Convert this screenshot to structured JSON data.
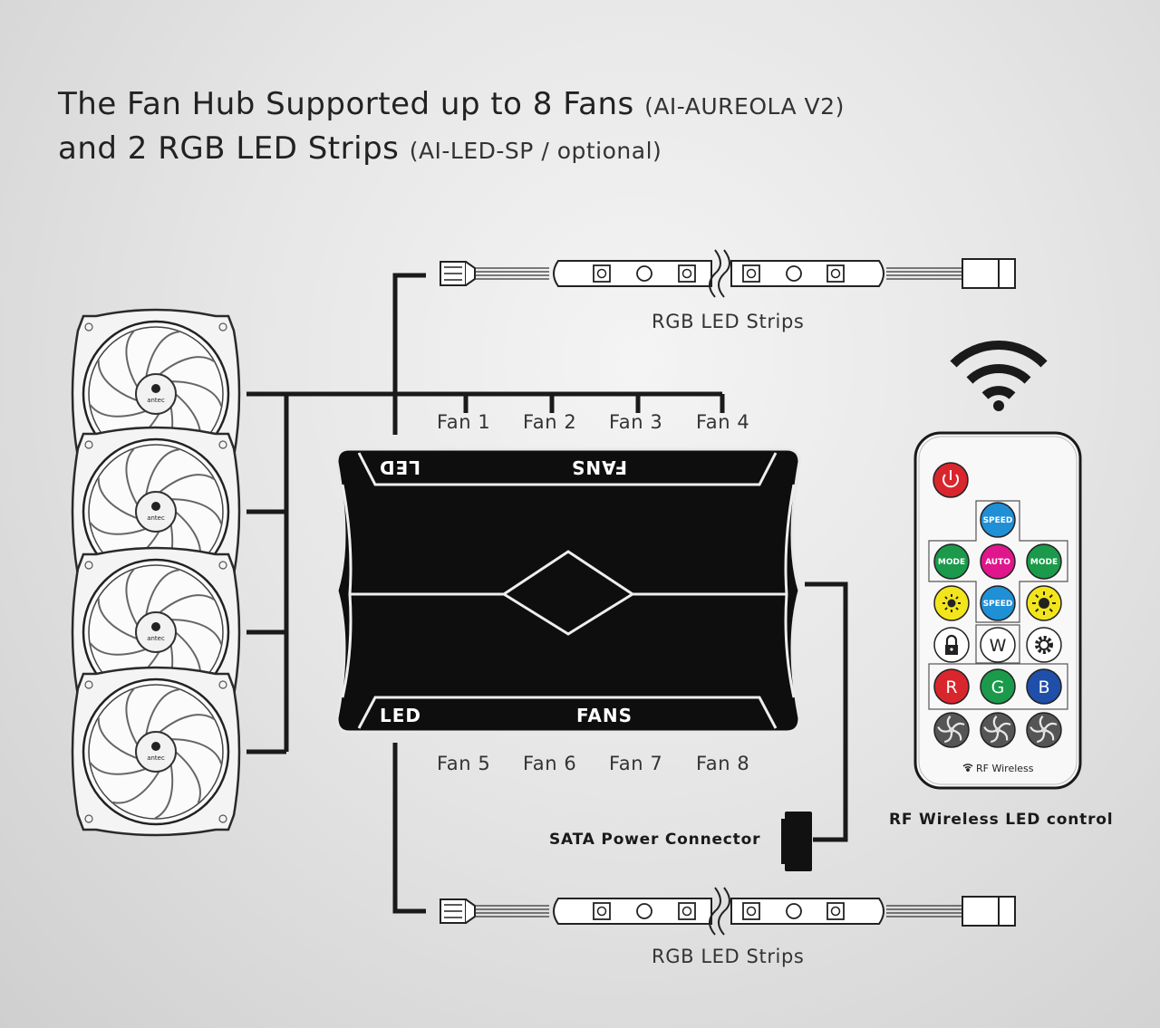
{
  "title": {
    "line1": "The Fan Hub Supported up to 8 Fans",
    "line1_sub": "(AI-AUREOLA V2)",
    "line2": "and 2 RGB LED Strips",
    "line2_sub": "(AI-LED-SP / optional)"
  },
  "fans_top": [
    "Fan 1",
    "Fan 2",
    "Fan 3",
    "Fan 4"
  ],
  "fans_bottom": [
    "Fan 5",
    "Fan 6",
    "Fan 7",
    "Fan 8"
  ],
  "hub": {
    "top_led": "LED",
    "top_fans": "FANS",
    "bottom_led": "LED",
    "bottom_fans": "FANS"
  },
  "led_strip_label_top": "RGB LED Strips",
  "led_strip_label_bottom": "RGB LED Strips",
  "sata_label": "SATA Power Connector",
  "remote": {
    "label": "RF Wireless LED control",
    "footer": "RF Wireless",
    "speed_label": "SPEED",
    "mode_label": "MODE",
    "auto_label": "AUTO",
    "w_label": "W",
    "r_label": "R",
    "g_label": "G",
    "b_label": "B",
    "colors": {
      "power": "#d8262c",
      "speed": "#1f8fd6",
      "mode": "#1a9a4a",
      "auto": "#e0168c",
      "brightness": "#f2e51c",
      "red": "#d8262c",
      "green": "#1a9a4a",
      "blue": "#1f4fa8",
      "fan_button": "#555555"
    }
  },
  "fan_logo": "antec"
}
